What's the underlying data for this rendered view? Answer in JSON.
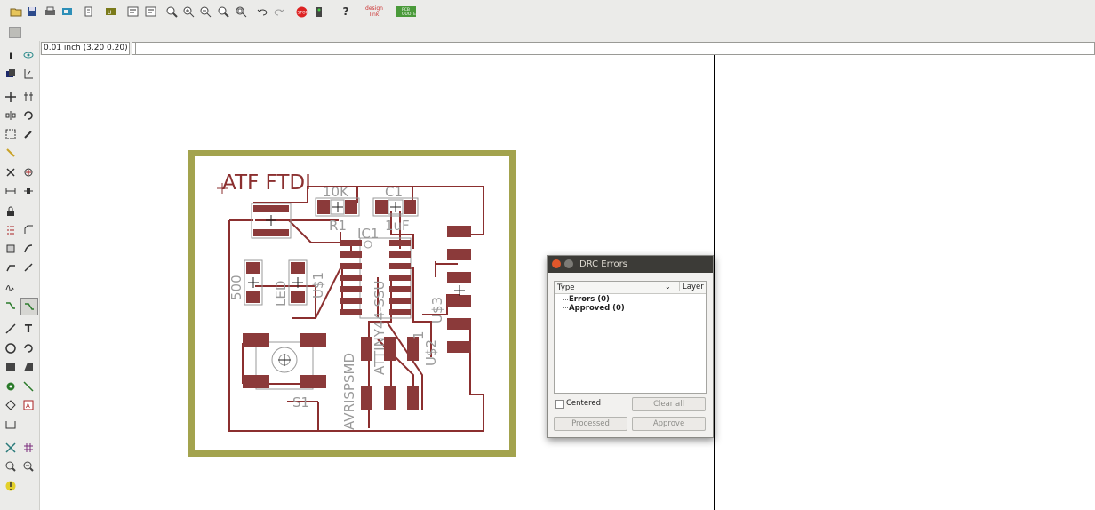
{
  "toolbar": {
    "icons": [
      "open-icon",
      "save-icon",
      "print-icon",
      "cam-icon",
      "script-icon",
      "ulp-icon",
      "board-sch-icon",
      "sch-board-icon",
      "zoom-fit-icon",
      "zoom-in-icon",
      "zoom-out-icon",
      "zoom-redraw-icon",
      "zoom-select-icon",
      "undo-icon",
      "redo-icon",
      "stop-icon",
      "go-icon",
      "help-icon",
      "designlink-icon",
      "pcbquote-icon"
    ],
    "designlink_label": "design link",
    "pcbquote_label": "PCB QUOTE"
  },
  "status": {
    "grid_readout": "0.01 inch (3.20 0.20)",
    "command_value": ""
  },
  "board": {
    "title": "ATF FTDI",
    "labels": {
      "r1_value": "10K",
      "r1_name": "R1",
      "c1_name": "C1",
      "c1_value": "1uF",
      "ic1_name": "IC1",
      "ic1_value": "ATTINY44-SSU",
      "led_res": "500",
      "led_name": "LED",
      "u1": "U$1",
      "u3": "U$3",
      "u2": "U$2",
      "s1": "S1",
      "isp": "AVRISPSMD",
      "pin1": "1"
    },
    "colors": {
      "outline": "#a3a34e",
      "trace": "#8b2f2f",
      "pad": "#8b3a3a",
      "silk": "#9a9a9a"
    }
  },
  "drc_window": {
    "title": "DRC Errors",
    "col_type": "Type",
    "col_layer": "Layer",
    "items": [
      {
        "label": "Errors (0)"
      },
      {
        "label": "Approved (0)"
      }
    ],
    "centered_label": "Centered",
    "centered_checked": false,
    "clear_all_label": "Clear all",
    "processed_label": "Processed",
    "approve_label": "Approve"
  }
}
